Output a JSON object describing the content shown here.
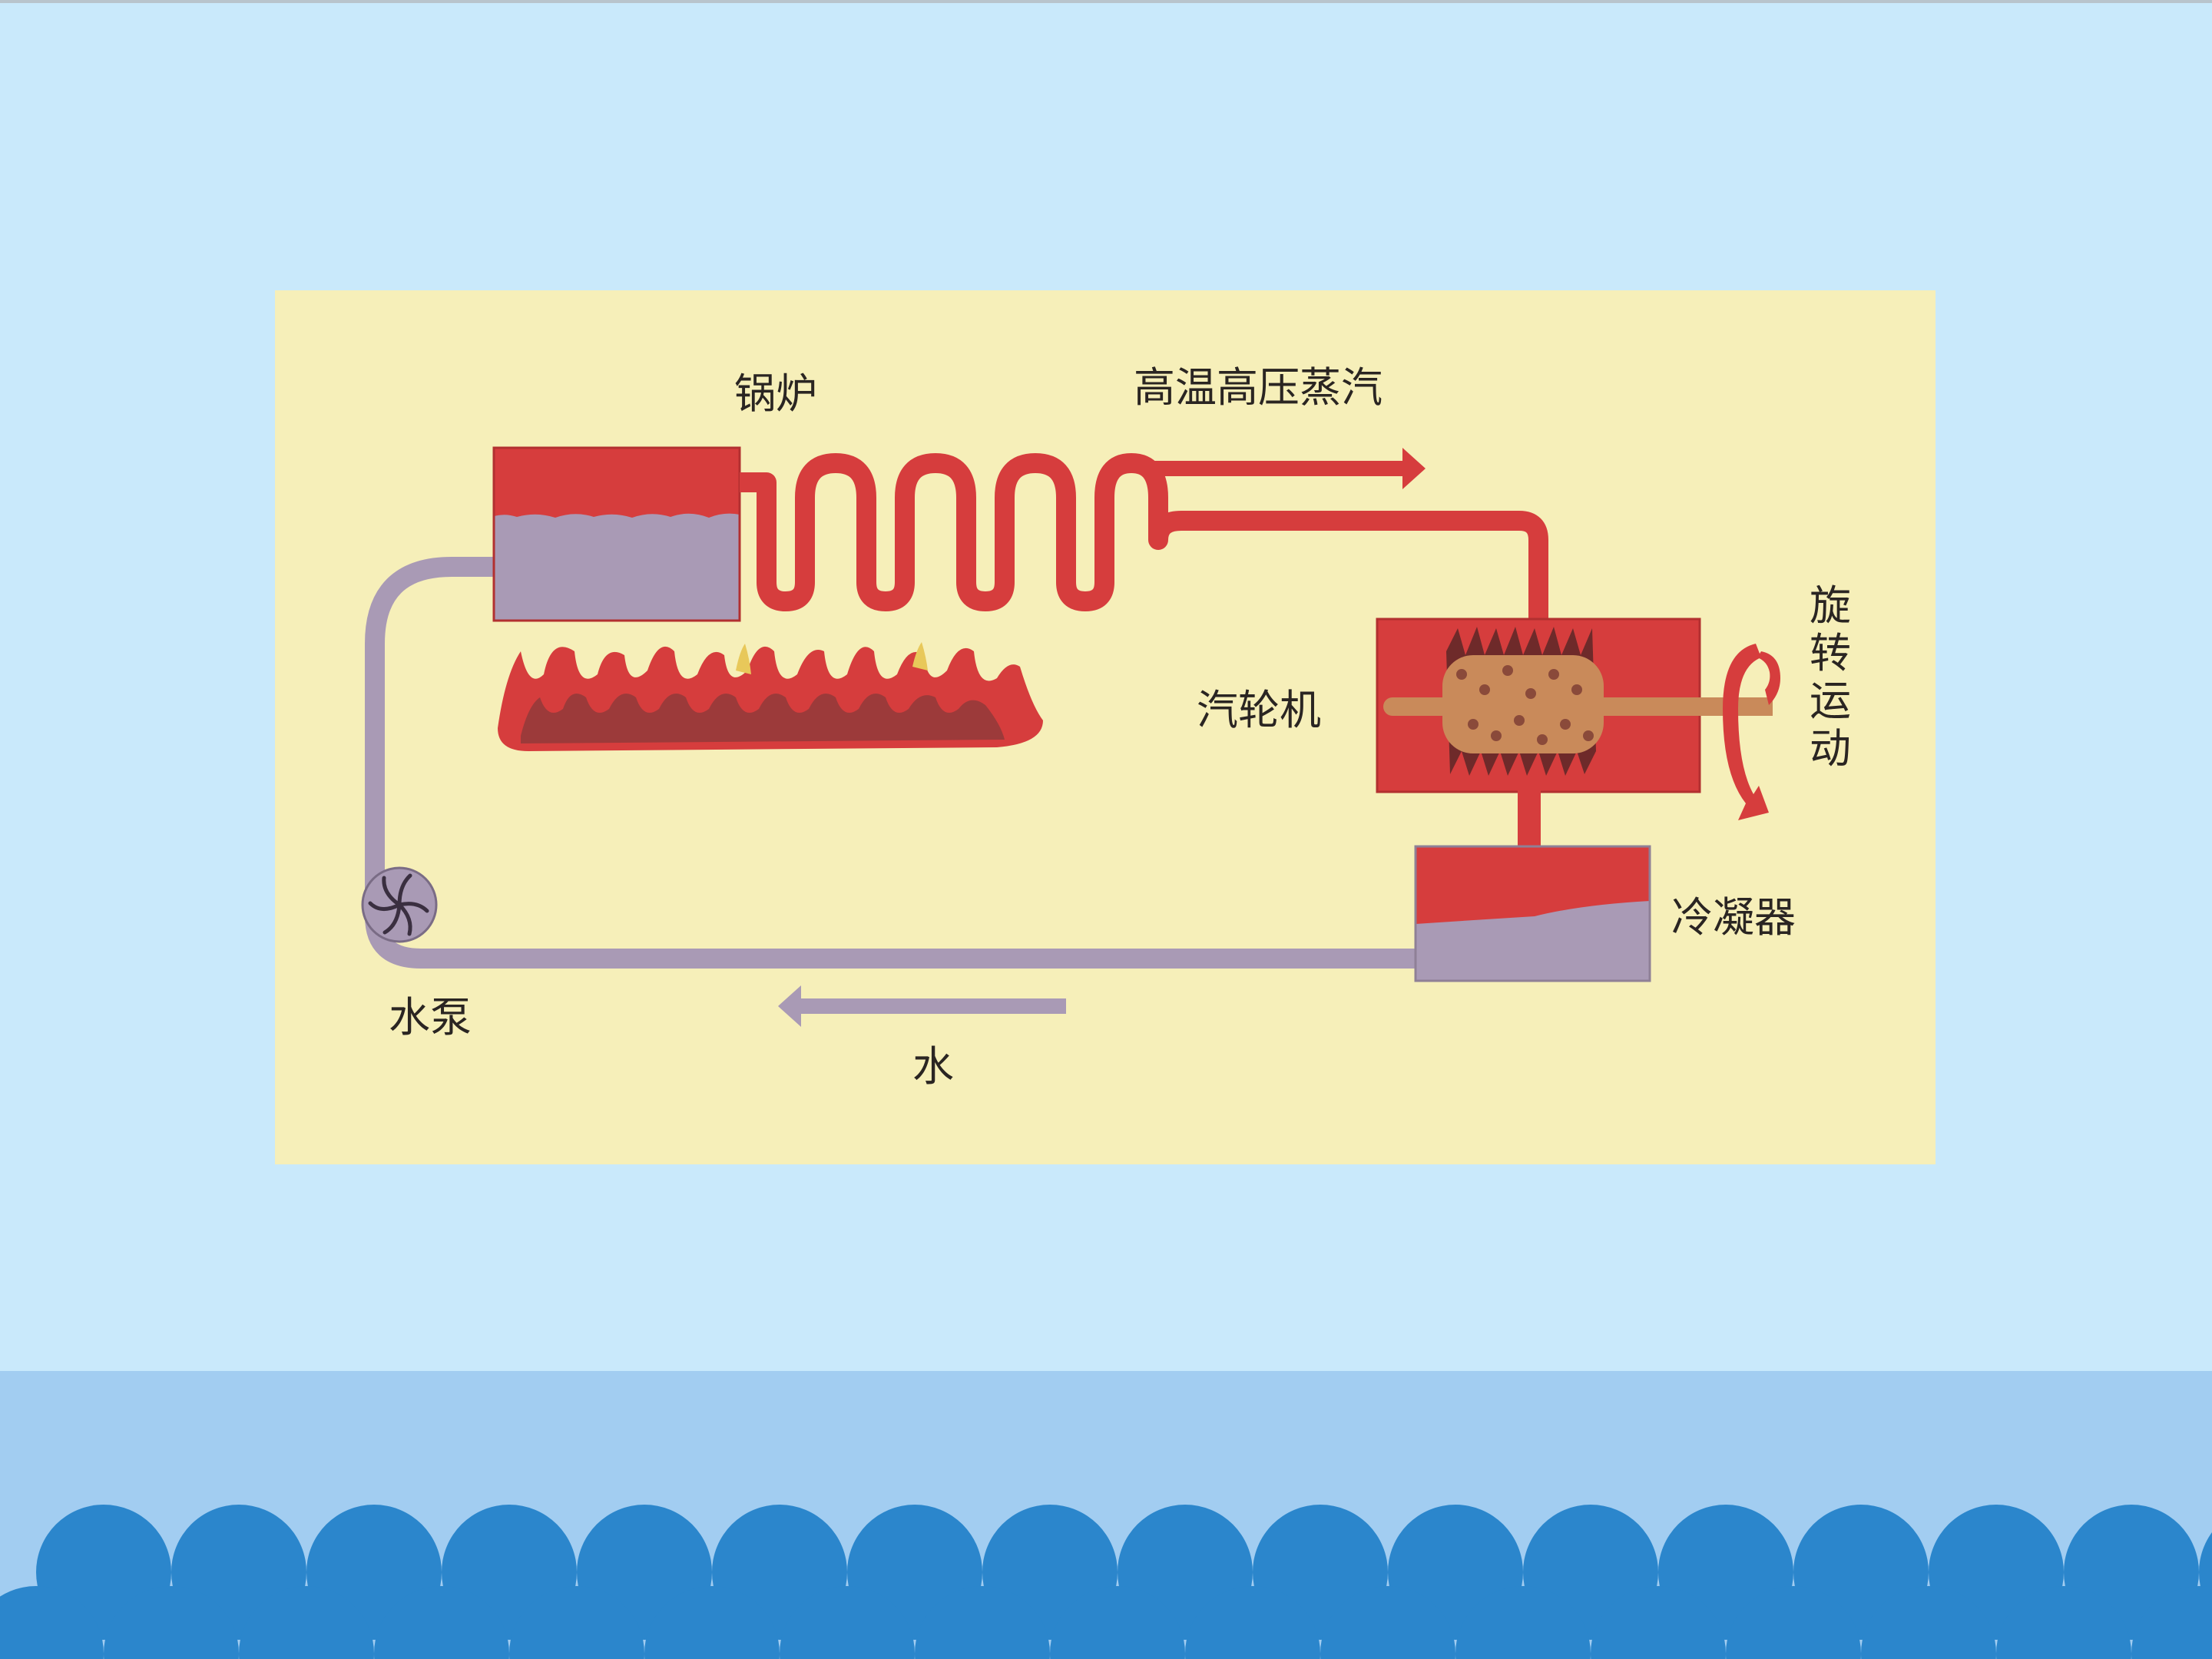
{
  "diagram": {
    "labels": {
      "boiler": "锅炉",
      "high_temp_steam": "高温高压蒸汽",
      "turbine": "汽轮机",
      "rotation": "旋转运动",
      "condenser": "冷凝器",
      "pump": "水泵",
      "water": "水"
    }
  },
  "colors": {
    "page_background": "#c9e9fb",
    "diagram_background": "#f6efb9",
    "steam_red": "#d63d3d",
    "water_purple": "#a99ab5",
    "footer_band": "#a2cdf1",
    "footer_scallop": "#2b86cc"
  }
}
